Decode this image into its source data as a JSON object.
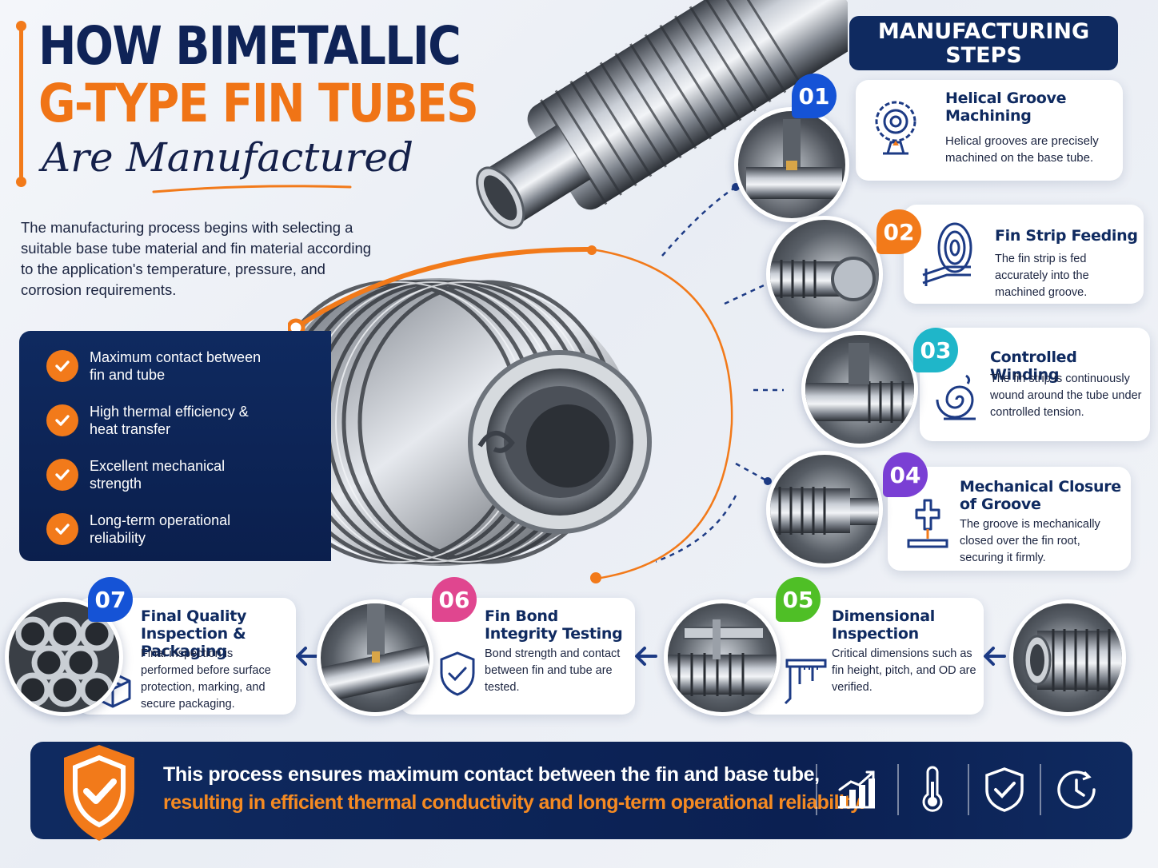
{
  "title": {
    "line1": "HOW BIMETALLIC",
    "line2": "G-TYPE FIN TUBES",
    "line3": "Are Manufactured"
  },
  "intro": "The manufacturing process begins with selecting a suitable base tube material and fin material according to the application's temperature, pressure, and corrosion requirements.",
  "benefits": [
    "Maximum contact between fin and tube",
    "High thermal efficiency & heat transfer",
    "Excellent mechanical strength",
    "Long-term operational reliability"
  ],
  "steps_header": {
    "line1": "MANUFACTURING",
    "line2": "STEPS"
  },
  "steps": [
    {
      "num": "01",
      "title": "Helical Groove Machining",
      "desc": "Helical grooves are precisely machined on the base tube.",
      "color": "#1553d6",
      "icon": "gear-groove-icon"
    },
    {
      "num": "02",
      "title": "Fin Strip Feeding",
      "desc": "The fin strip is fed accurately into the machined groove.",
      "color": "#f27a1a",
      "icon": "strip-roll-icon"
    },
    {
      "num": "03",
      "title": "Controlled Winding",
      "desc": "The fin strip is continuously wound around the tube under controlled tension.",
      "color": "#1fb6c9",
      "icon": "spiral-winding-icon"
    },
    {
      "num": "04",
      "title": "Mechanical Closure of Groove",
      "desc": "The groove is mechanically closed over the fin root, securing it firmly.",
      "color": "#7a3fd4",
      "icon": "press-tool-icon"
    },
    {
      "num": "05",
      "title": "Dimensional Inspection",
      "desc": "Critical dimensions such as fin height, pitch, and OD are verified.",
      "color": "#4fbf26",
      "icon": "caliper-icon"
    },
    {
      "num": "06",
      "title": "Fin Bond Integrity Testing",
      "desc": "Bond strength and contact between fin and tube are tested.",
      "color": "#e0468f",
      "icon": "shield-check-icon"
    },
    {
      "num": "07",
      "title": "Final Quality Inspection & Packaging",
      "desc": "Final inspection is performed before surface protection, marking, and secure packaging.",
      "color": "#1553d6",
      "icon": "package-box-icon"
    }
  ],
  "banner": {
    "line1": "This process ensures maximum contact between the fin and base tube,",
    "line2": "resulting in efficient thermal conductivity and long-term operational reliability.",
    "icons": [
      "growth-chart-icon",
      "thermometer-icon",
      "shield-check-icon",
      "clock-icon"
    ]
  },
  "colors": {
    "navy": "#0f2a60",
    "orange": "#f27a1a"
  }
}
